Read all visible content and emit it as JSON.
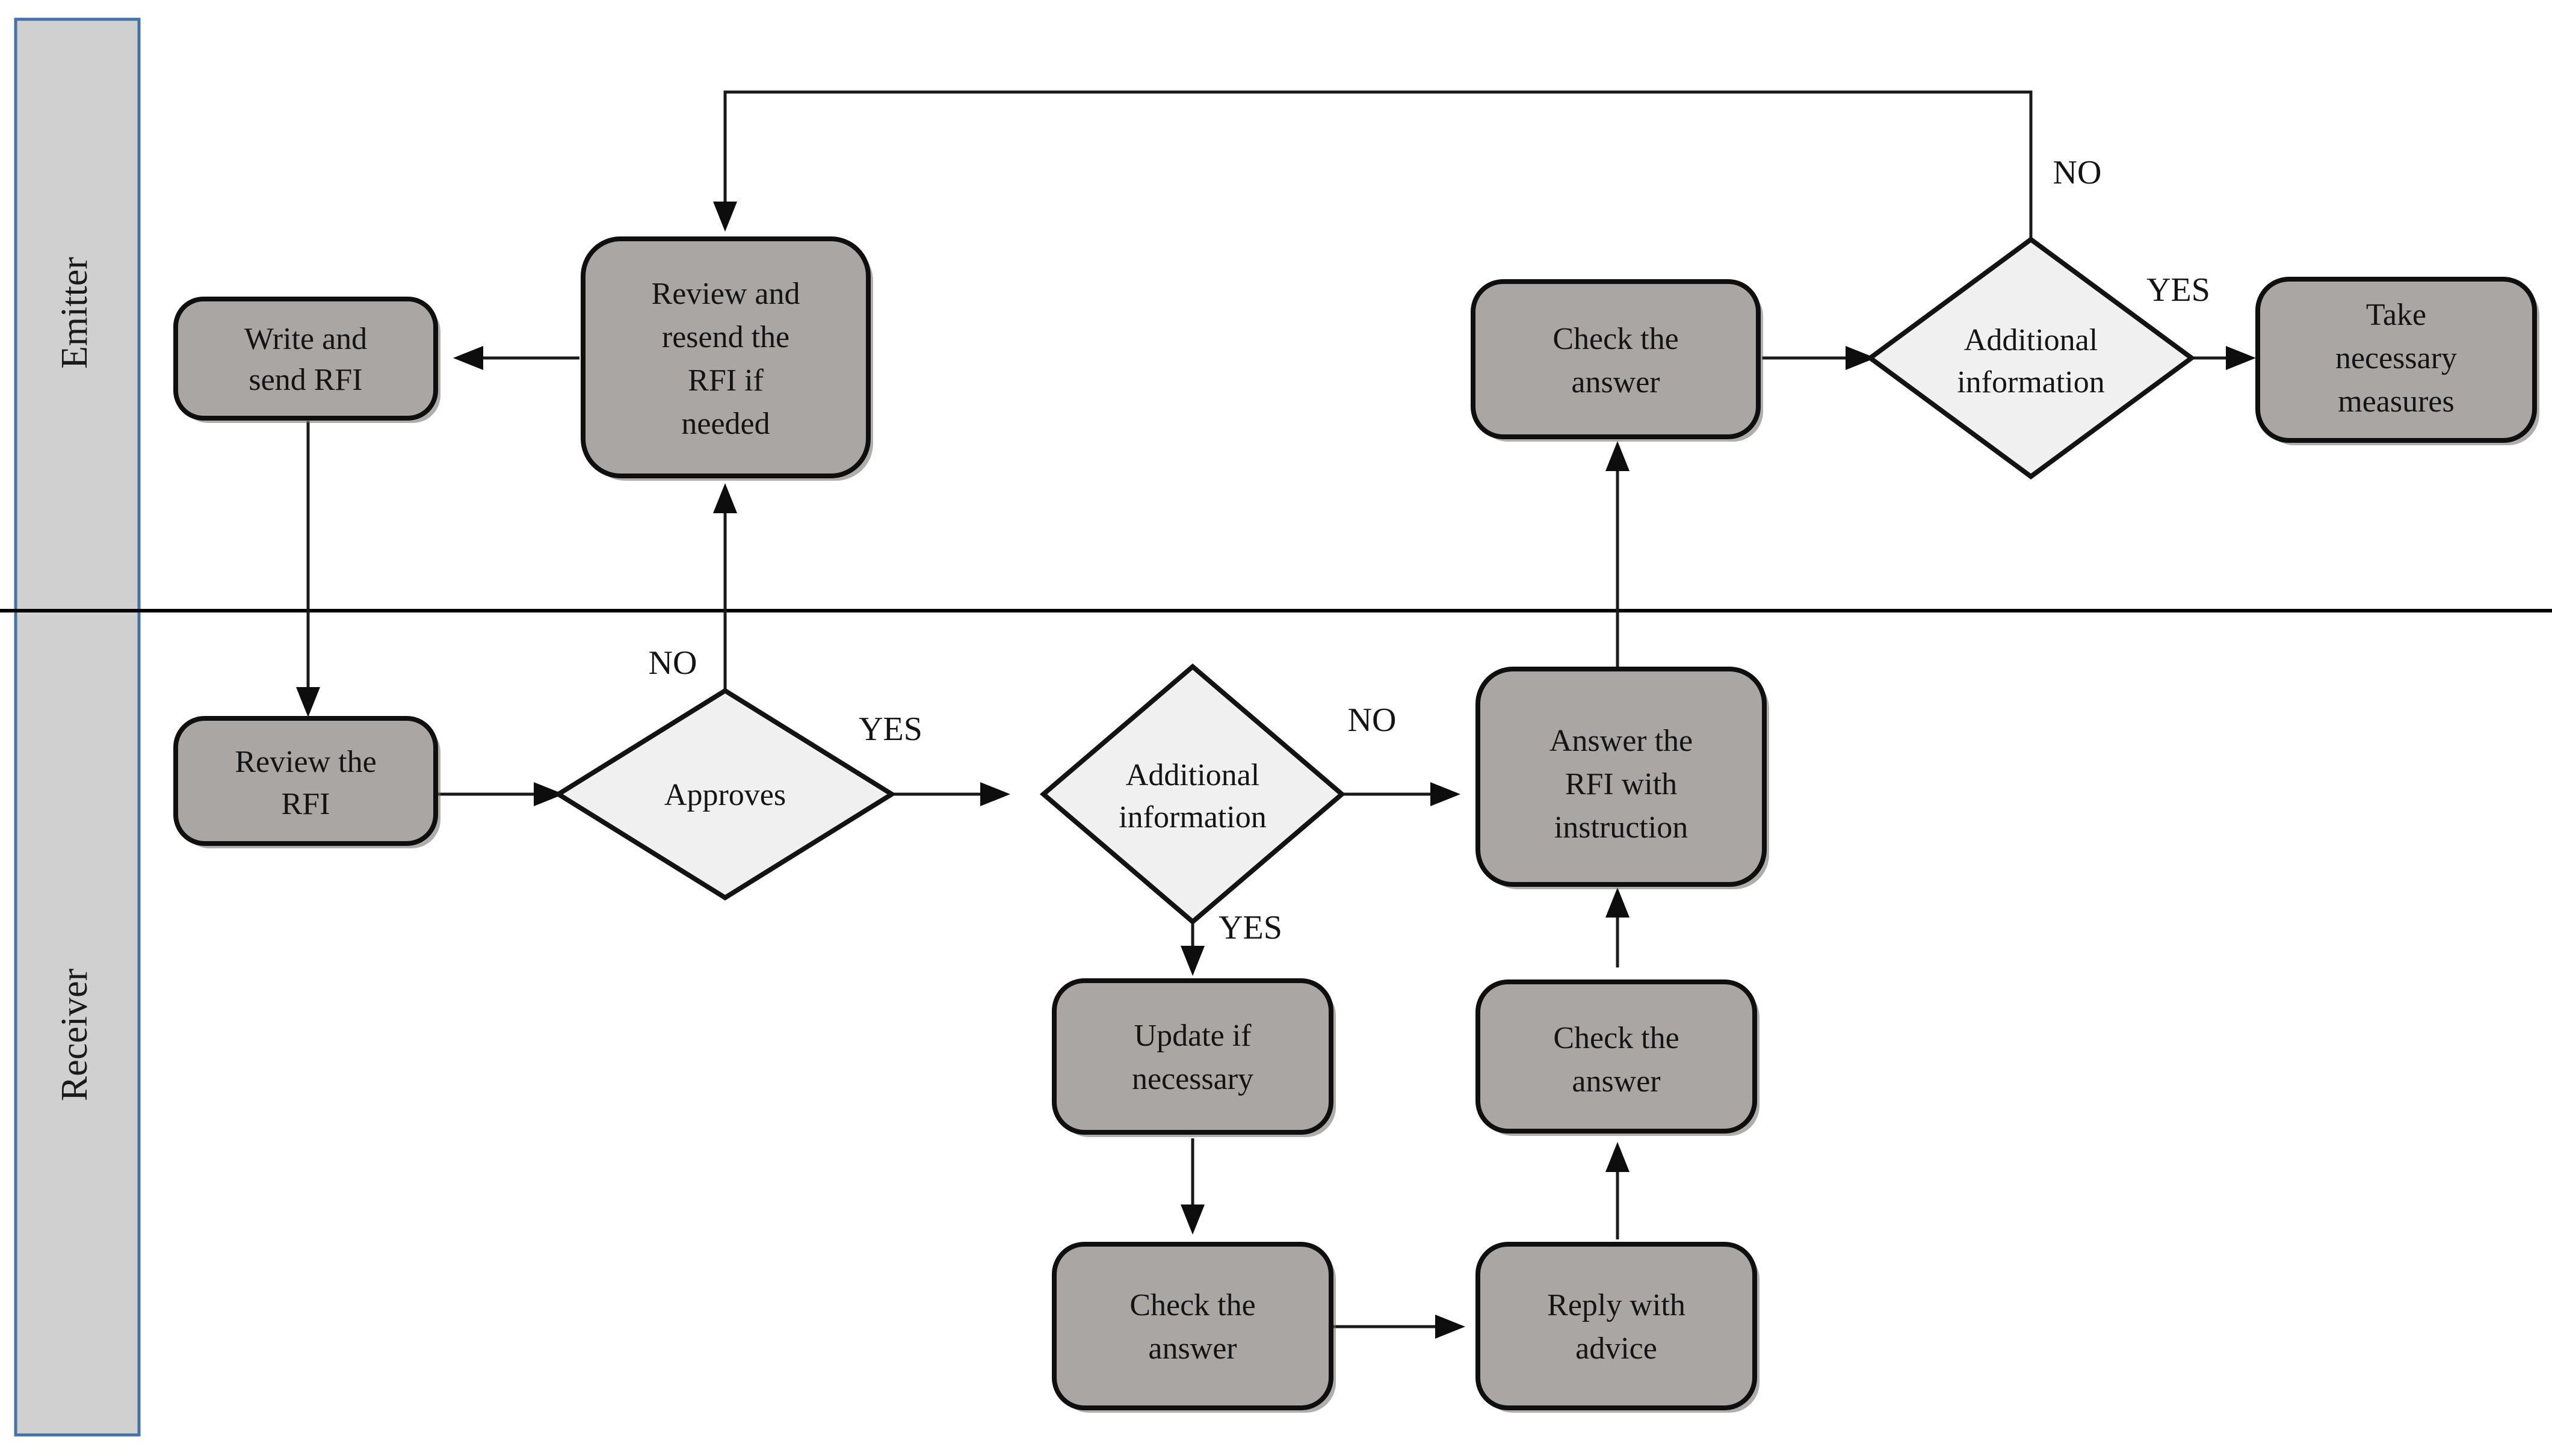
{
  "diagram": {
    "title": "RFI process swimlane flowchart",
    "colors": {
      "lane_band_fill": "#d0d0d0",
      "lane_band_border": "#4472a8",
      "process_fill": "#aaa6a4",
      "decision_fill": "#f0f0f0",
      "line": "#1a1a1a",
      "text": "#141414"
    },
    "lanes": [
      {
        "id": "emitter",
        "label": "Emitter"
      },
      {
        "id": "receiver",
        "label": "Receiver"
      }
    ],
    "nodes": [
      {
        "id": "write-send-rfi",
        "lane": "emitter",
        "shape": "process",
        "lines": [
          "Write and",
          "send RFI"
        ]
      },
      {
        "id": "review-resend-rfi",
        "lane": "emitter",
        "shape": "process",
        "lines": [
          "Review and",
          "resend the",
          "RFI if",
          "needed"
        ]
      },
      {
        "id": "check-answer-emitter",
        "lane": "emitter",
        "shape": "process",
        "lines": [
          "Check the",
          "answer"
        ]
      },
      {
        "id": "additional-info-emitter",
        "lane": "emitter",
        "shape": "decision",
        "lines": [
          "Additional",
          "information"
        ]
      },
      {
        "id": "take-necessary-measures",
        "lane": "emitter",
        "shape": "process",
        "lines": [
          "Take",
          "necessary",
          "measures"
        ]
      },
      {
        "id": "review-the-rfi",
        "lane": "receiver",
        "shape": "process",
        "lines": [
          "Review the",
          "RFI"
        ]
      },
      {
        "id": "approves",
        "lane": "receiver",
        "shape": "decision",
        "lines": [
          "Approves"
        ]
      },
      {
        "id": "additional-info-receiver",
        "lane": "receiver",
        "shape": "decision",
        "lines": [
          "Additional",
          "information"
        ]
      },
      {
        "id": "answer-rfi-instruction",
        "lane": "receiver",
        "shape": "process",
        "lines": [
          "Answer the",
          "RFI with",
          "instruction"
        ]
      },
      {
        "id": "update-if-necessary",
        "lane": "receiver",
        "shape": "process",
        "lines": [
          "Update if",
          "necessary"
        ]
      },
      {
        "id": "check-answer-mid",
        "lane": "receiver",
        "shape": "process",
        "lines": [
          "Check the",
          "answer"
        ]
      },
      {
        "id": "check-answer-bottom",
        "lane": "receiver",
        "shape": "process",
        "lines": [
          "Check the",
          "answer"
        ]
      },
      {
        "id": "reply-with-advice",
        "lane": "receiver",
        "shape": "process",
        "lines": [
          "Reply with",
          "advice"
        ]
      }
    ],
    "edge_labels": {
      "approves_no": "NO",
      "approves_yes": "YES",
      "addinfo_receiver_no": "NO",
      "addinfo_receiver_yes": "YES",
      "addinfo_emitter_no": "NO",
      "addinfo_emitter_yes": "YES"
    },
    "edges": [
      {
        "from": "write-send-rfi",
        "to": "review-the-rfi",
        "label": ""
      },
      {
        "from": "review-the-rfi",
        "to": "approves",
        "label": ""
      },
      {
        "from": "approves",
        "to": "review-resend-rfi",
        "label": "NO"
      },
      {
        "from": "review-resend-rfi",
        "to": "write-send-rfi",
        "label": ""
      },
      {
        "from": "approves",
        "to": "additional-info-receiver",
        "label": "YES"
      },
      {
        "from": "additional-info-receiver",
        "to": "answer-rfi-instruction",
        "label": "NO"
      },
      {
        "from": "additional-info-receiver",
        "to": "update-if-necessary",
        "label": "YES"
      },
      {
        "from": "update-if-necessary",
        "to": "check-answer-bottom",
        "label": ""
      },
      {
        "from": "check-answer-bottom",
        "to": "reply-with-advice",
        "label": ""
      },
      {
        "from": "reply-with-advice",
        "to": "check-answer-mid",
        "label": ""
      },
      {
        "from": "check-answer-mid",
        "to": "answer-rfi-instruction",
        "label": ""
      },
      {
        "from": "answer-rfi-instruction",
        "to": "check-answer-emitter",
        "label": ""
      },
      {
        "from": "check-answer-emitter",
        "to": "additional-info-emitter",
        "label": ""
      },
      {
        "from": "additional-info-emitter",
        "to": "take-necessary-measures",
        "label": "YES"
      },
      {
        "from": "additional-info-emitter",
        "to": "review-resend-rfi",
        "label": "NO"
      }
    ]
  }
}
